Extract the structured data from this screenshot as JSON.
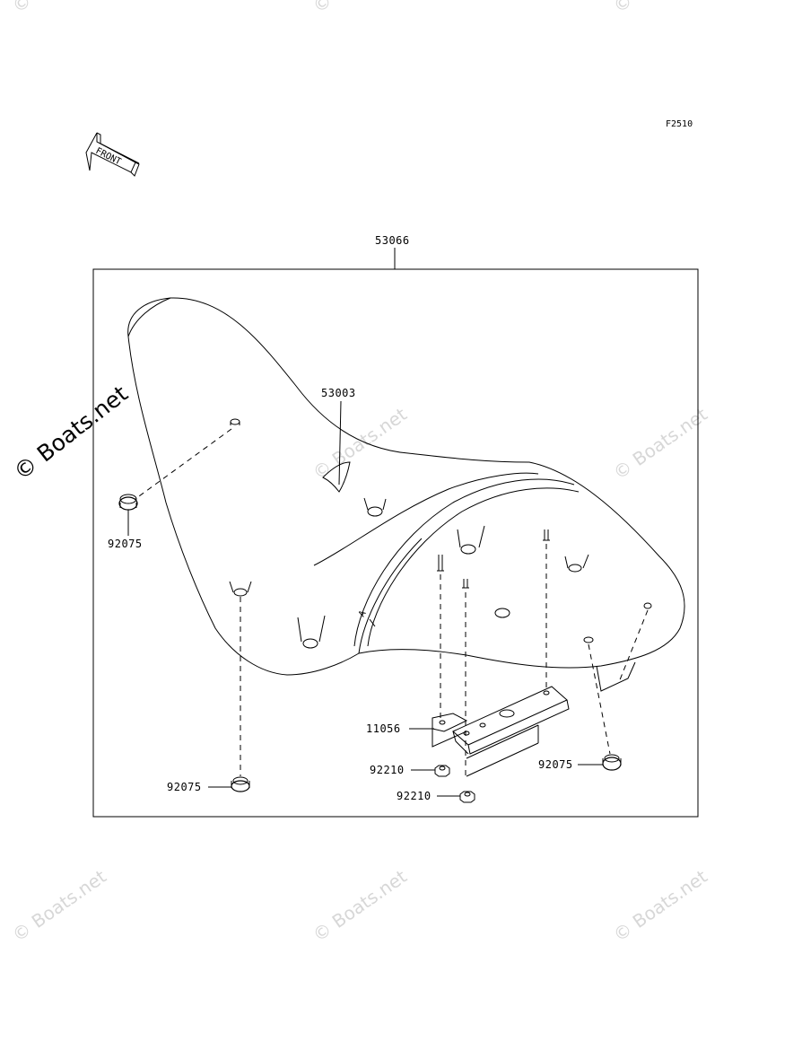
{
  "figure_code": "F2510",
  "front_label": "FRONT",
  "watermark_text": "© Boats.net",
  "parts": {
    "seat_assembly": "53066",
    "seat_cover_insert": "53003",
    "grommet_left": "92075",
    "grommet_bottom": "92075",
    "grommet_right": "92075",
    "bracket": "11056",
    "nut_upper": "92210",
    "nut_lower": "92210"
  },
  "colors": {
    "line": "#000000",
    "watermark": "#d7d7d7",
    "background": "#ffffff"
  }
}
